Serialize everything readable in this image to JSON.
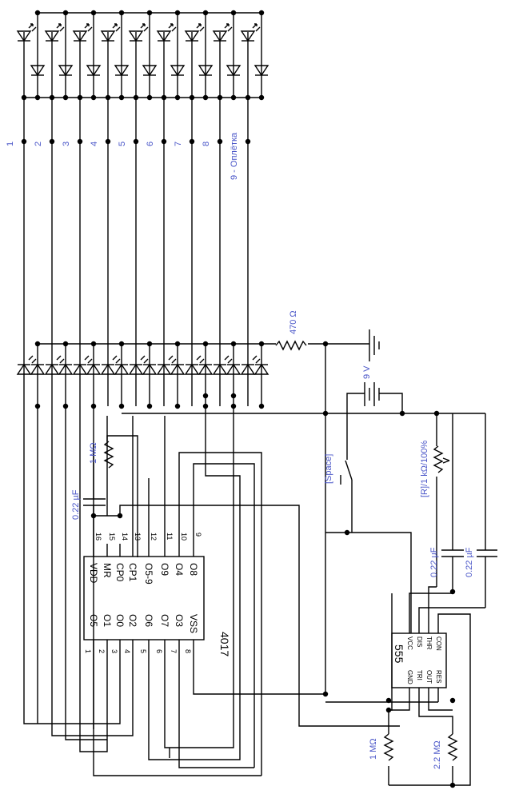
{
  "column_labels": [
    "1",
    "2",
    "3",
    "4",
    "5",
    "6",
    "7",
    "8",
    "9 - Оплётка"
  ],
  "labels": {
    "r470": "470 Ω",
    "battery": "9 V",
    "reset": "[Space]",
    "pot": "[R]/1 kΩ/100%",
    "r1m_top": "1 MΩ",
    "c022_left": "0.22 µF",
    "c022_a": "0.22 µF",
    "c022_b": "0.22 µF",
    "r1m_bottom": "1 MΩ",
    "r22m": "2.2 MΩ"
  },
  "ic4017": {
    "name": "4017",
    "pins_top": [
      "16",
      "15",
      "14",
      "13",
      "12",
      "11",
      "10",
      "9"
    ],
    "pins_bottom": [
      "1",
      "2",
      "3",
      "4",
      "5",
      "6",
      "7",
      "8"
    ],
    "signals_top": [
      "VDD",
      "MR",
      "CP0",
      "CP1",
      "O5-9",
      "O9",
      "O4",
      "O8"
    ],
    "signals_bottom": [
      "O5",
      "O1",
      "O0",
      "O2",
      "O6",
      "O7",
      "O3",
      "VSS"
    ]
  },
  "ic555": {
    "name": "555",
    "pins_left": [
      "GND",
      "TRI",
      "OUT",
      "RES"
    ],
    "pins_right": [
      "VCC",
      "DIS",
      "THR",
      "CON"
    ]
  },
  "colors": {
    "label": "#4a56c8",
    "wire": "#000000"
  }
}
